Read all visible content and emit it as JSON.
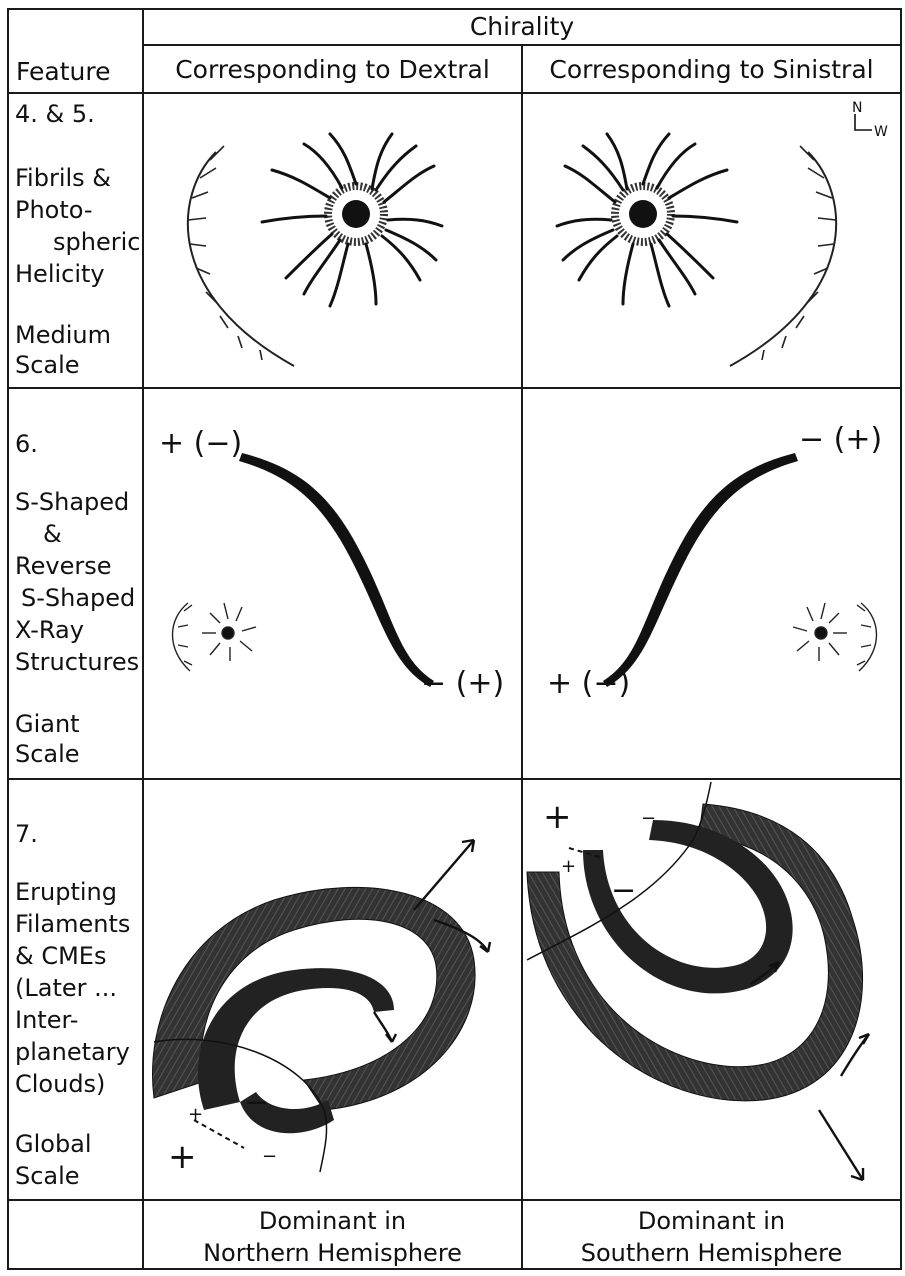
{
  "header": {
    "chirality": "Chirality",
    "feature": "Feature",
    "dextral": "Corresponding to Dextral",
    "sinistral": "Corresponding to Sinistral"
  },
  "rows": [
    {
      "number": "4. & 5.",
      "lines": [
        "Fibrils &",
        "Photo-",
        "spheric",
        "Helicity"
      ],
      "scale": [
        "Medium",
        "Scale"
      ]
    },
    {
      "number": "6.",
      "lines": [
        "S-Shaped",
        "&",
        "Reverse",
        "S-Shaped",
        "X-Ray",
        "Structures"
      ],
      "scale": [
        "Giant",
        "Scale"
      ],
      "dextral_top": "+ (−)",
      "dextral_bottom": "− (+)",
      "sinistral_top": "− (+)",
      "sinistral_bottom": "+ (−)"
    },
    {
      "number": "7.",
      "lines": [
        "Erupting",
        "Filaments",
        "& CMEs",
        "(Later ...",
        "Inter-",
        "planetary",
        "Clouds)"
      ],
      "scale": [
        "Global",
        "Scale"
      ]
    }
  ],
  "compass": {
    "north": "N",
    "west": "W"
  },
  "footer": {
    "dextral": [
      "Dominant in",
      "Northern Hemisphere"
    ],
    "sinistral": [
      "Dominant in",
      "Southern Hemisphere"
    ]
  }
}
